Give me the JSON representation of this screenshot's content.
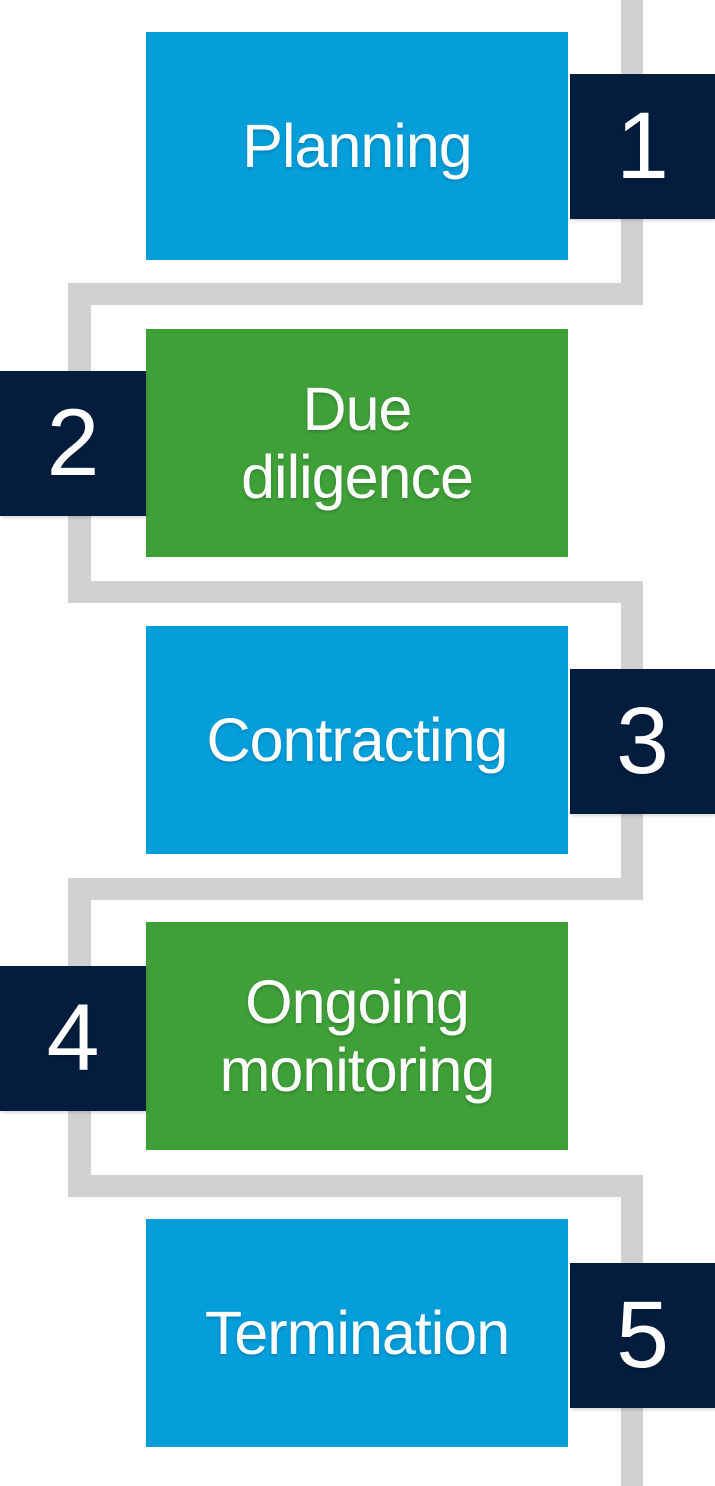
{
  "colors": {
    "blue": "#049edb",
    "green": "#3fa038",
    "navy": "#041d3f",
    "connector_gray": "#d0d1d3",
    "text": "#ffffff"
  },
  "steps": [
    {
      "number": "1",
      "label": "Planning",
      "color": "blue",
      "badge_side": "right"
    },
    {
      "number": "2",
      "label": "Due diligence",
      "color": "green",
      "badge_side": "left"
    },
    {
      "number": "3",
      "label": "Contracting",
      "color": "blue",
      "badge_side": "right"
    },
    {
      "number": "4",
      "label": "Ongoing monitoring",
      "color": "green",
      "badge_side": "left"
    },
    {
      "number": "5",
      "label": "Termination",
      "color": "blue",
      "badge_side": "right"
    }
  ]
}
